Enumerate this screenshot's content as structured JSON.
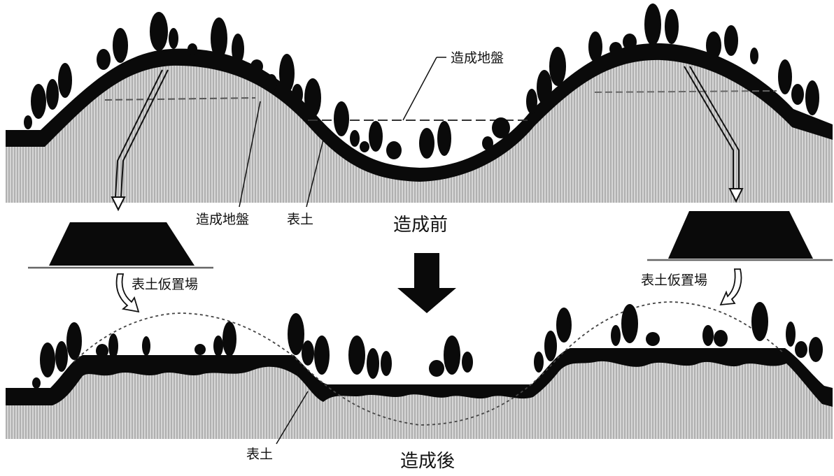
{
  "labels": {
    "ground_top_right": "造成地盤",
    "ground_top_left": "造成地盤",
    "topsoil_top": "表土",
    "before": "造成前",
    "storage_left": "表土仮置場",
    "storage_right": "表土仮置場",
    "topsoil_bottom": "表土",
    "after": "造成後"
  },
  "colors": {
    "ink": "#0a0a0a",
    "soil": "#d9d9d9",
    "paper": "#ffffff"
  },
  "icons": {
    "tree": "oval-tree-icon",
    "arrow_big": "down-arrow-icon",
    "arrow_outline": "outline-arrow-icon"
  }
}
